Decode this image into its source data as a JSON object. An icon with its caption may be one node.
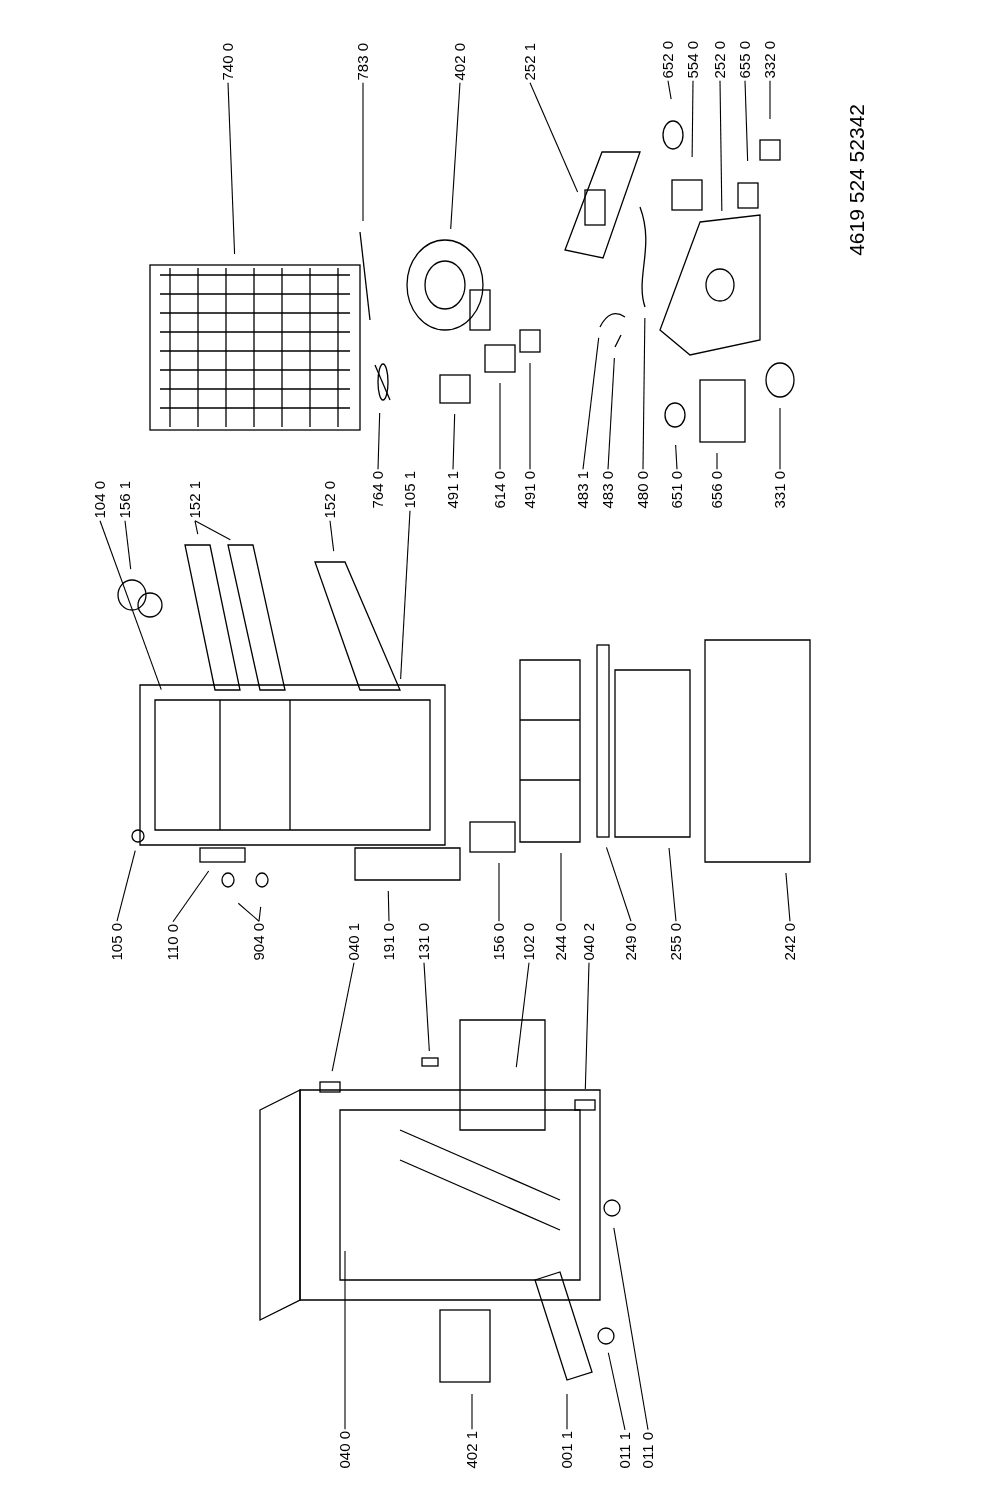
{
  "diagram": {
    "nodes": [
      {
        "text": [
          "104 0"
        ]
      },
      {
        "text": [
          "156 1"
        ]
      },
      {
        "text": [
          "152 1"
        ]
      },
      {
        "text": [
          "152 0"
        ]
      },
      {
        "text": [
          "740 0"
        ]
      },
      {
        "text": [
          "783 0"
        ]
      },
      {
        "text": [
          "402 0"
        ]
      },
      {
        "text": [
          "252 1"
        ]
      },
      {
        "text": [
          "652 0"
        ]
      },
      {
        "text": [
          "554 0"
        ]
      },
      {
        "text": [
          "252 0"
        ]
      },
      {
        "text": [
          "655 0"
        ]
      },
      {
        "text": [
          "332 0"
        ]
      },
      {
        "text": [
          "764 0"
        ]
      },
      {
        "text": [
          "105 1"
        ]
      },
      {
        "text": [
          "491 1"
        ]
      },
      {
        "text": [
          "614 0"
        ]
      },
      {
        "text": [
          "491 0"
        ]
      },
      {
        "text": [
          "483 1"
        ]
      },
      {
        "text": [
          "483 0"
        ]
      },
      {
        "text": [
          "480 0"
        ]
      },
      {
        "text": [
          "651 0"
        ]
      },
      {
        "text": [
          "656 0"
        ]
      },
      {
        "text": [
          "331 0"
        ]
      },
      {
        "text": [
          "105 0"
        ]
      },
      {
        "text": [
          "110 0"
        ]
      },
      {
        "text": [
          "904 0"
        ]
      },
      {
        "text": [
          "040 1"
        ]
      },
      {
        "text": [
          "191 0"
        ]
      },
      {
        "text": [
          "131 0"
        ]
      },
      {
        "text": [
          "156 0"
        ]
      },
      {
        "text": [
          "102 0"
        ]
      },
      {
        "text": [
          "244 0"
        ]
      },
      {
        "text": [
          "040 2"
        ]
      },
      {
        "text": [
          "249 0"
        ]
      },
      {
        "text": [
          "255 0"
        ]
      },
      {
        "text": [
          "242 0"
        ]
      },
      {
        "text": [
          "040 0"
        ]
      },
      {
        "text": [
          "402 1"
        ]
      },
      {
        "text": [
          "001 1"
        ]
      },
      {
        "text": [
          "011 1"
        ]
      },
      {
        "text": [
          "011 0"
        ]
      }
    ],
    "edges": [
      {
        "from": 0,
        "to": null,
        "arrow": "none"
      },
      {
        "from": 1,
        "to": null,
        "arrow": "none"
      },
      {
        "from": 2,
        "to": null,
        "arrow": "none"
      },
      {
        "from": 2,
        "to": null,
        "arrow": "none"
      },
      {
        "from": 3,
        "to": null,
        "arrow": "none"
      },
      {
        "from": 4,
        "to": null,
        "arrow": "none"
      },
      {
        "from": 5,
        "to": null,
        "arrow": "none"
      },
      {
        "from": 6,
        "to": null,
        "arrow": "none"
      },
      {
        "from": 7,
        "to": null,
        "arrow": "none"
      },
      {
        "from": 8,
        "to": null,
        "arrow": "none"
      },
      {
        "from": 9,
        "to": null,
        "arrow": "none"
      },
      {
        "from": 10,
        "to": null,
        "arrow": "none"
      },
      {
        "from": 11,
        "to": null,
        "arrow": "none"
      },
      {
        "from": 12,
        "to": null,
        "arrow": "none"
      },
      {
        "from": 13,
        "to": null,
        "arrow": "none"
      },
      {
        "from": 14,
        "to": null,
        "arrow": "none"
      },
      {
        "from": 15,
        "to": null,
        "arrow": "none"
      },
      {
        "from": 16,
        "to": null,
        "arrow": "none"
      },
      {
        "from": 17,
        "to": null,
        "arrow": "none"
      },
      {
        "from": 18,
        "to": null,
        "arrow": "none"
      },
      {
        "from": 19,
        "to": null,
        "arrow": "none"
      },
      {
        "from": 20,
        "to": null,
        "arrow": "none"
      },
      {
        "from": 21,
        "to": null,
        "arrow": "none"
      },
      {
        "from": 22,
        "to": null,
        "arrow": "none"
      },
      {
        "from": 23,
        "to": null,
        "arrow": "none"
      },
      {
        "from": 24,
        "to": null,
        "arrow": "none"
      },
      {
        "from": 25,
        "to": null,
        "arrow": "none"
      },
      {
        "from": 26,
        "to": null,
        "arrow": "none"
      },
      {
        "from": 26,
        "to": null,
        "arrow": "none"
      },
      {
        "from": 27,
        "to": null,
        "arrow": "none"
      },
      {
        "from": 28,
        "to": null,
        "arrow": "none"
      },
      {
        "from": 29,
        "to": null,
        "arrow": "none"
      },
      {
        "from": 30,
        "to": null,
        "arrow": "none"
      },
      {
        "from": 31,
        "to": null,
        "arrow": "none"
      },
      {
        "from": 32,
        "to": null,
        "arrow": "none"
      },
      {
        "from": 33,
        "to": null,
        "arrow": "none"
      },
      {
        "from": 34,
        "to": null,
        "arrow": "none"
      },
      {
        "from": 35,
        "to": null,
        "arrow": "none"
      },
      {
        "from": 36,
        "to": null,
        "arrow": "none"
      },
      {
        "from": 37,
        "to": null,
        "arrow": "none"
      },
      {
        "from": 38,
        "to": null,
        "arrow": "none"
      },
      {
        "from": 39,
        "to": null,
        "arrow": "none"
      },
      {
        "from": 40,
        "to": null,
        "arrow": "none"
      },
      {
        "from": 41,
        "to": null,
        "arrow": "none"
      }
    ],
    "labels": [
      "4619 524 52342"
    ]
  }
}
